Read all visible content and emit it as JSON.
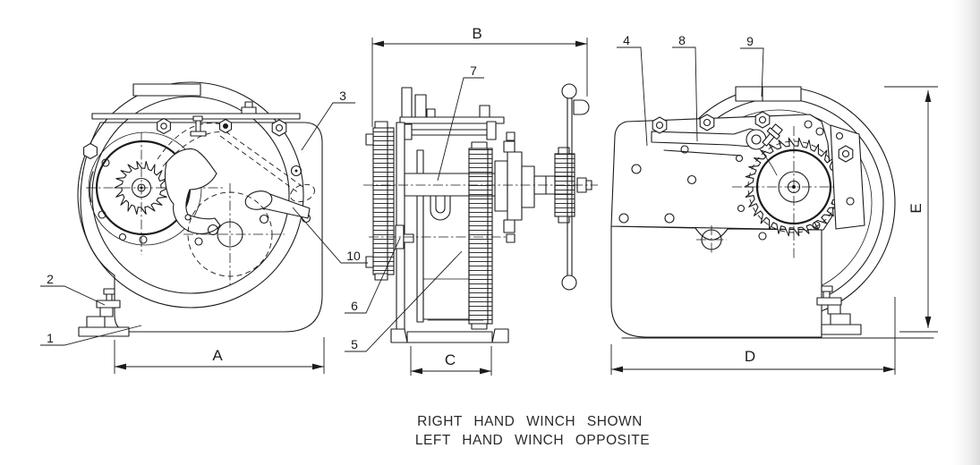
{
  "drawing": {
    "note": {
      "line1": "RIGHT HAND WINCH SHOWN",
      "line2": "LEFT HAND WINCH OPPOSITE"
    },
    "dimensions": {
      "a": "A",
      "b": "B",
      "c": "C",
      "d": "D",
      "e": "E"
    },
    "callouts": {
      "c1": "1",
      "c2": "2",
      "c3": "3",
      "c4": "4",
      "c5": "5",
      "c6": "6",
      "c7": "7",
      "c8": "8",
      "c9": "9",
      "c10": "10"
    },
    "colors": {
      "line": "#1b1b1b",
      "background": "#ffffff",
      "page_edge": "#e3e3e3"
    }
  }
}
